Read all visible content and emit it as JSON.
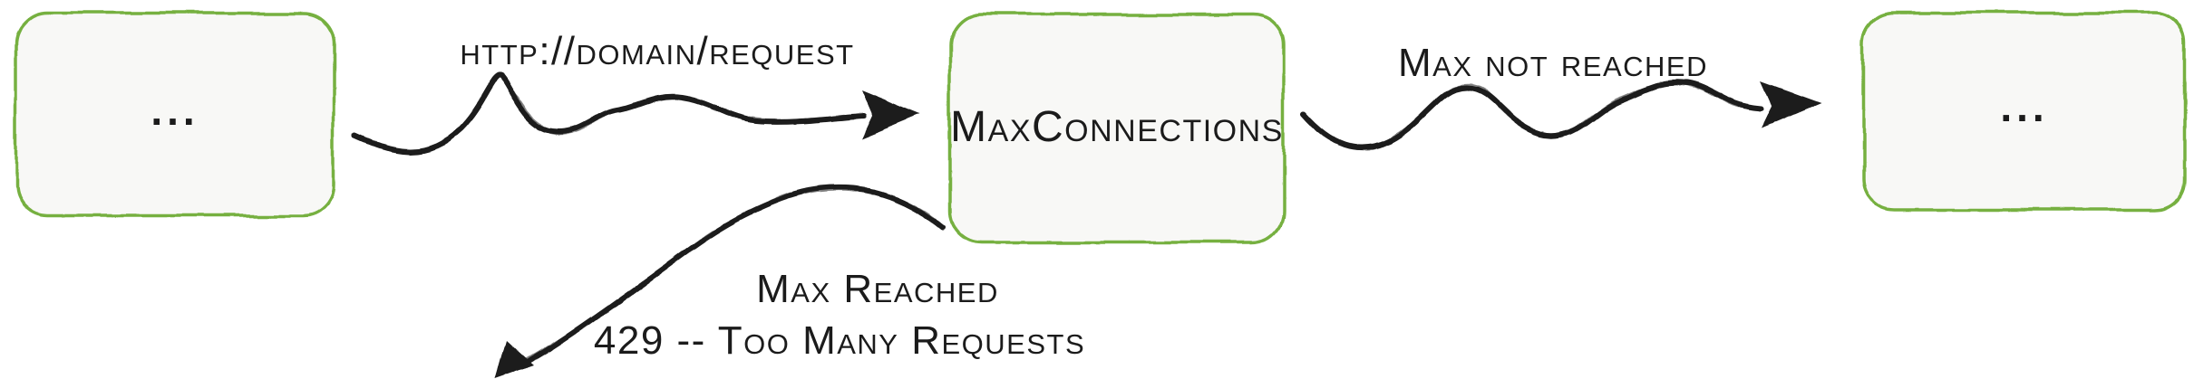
{
  "diagram": {
    "nodes": {
      "left": {
        "label": "..."
      },
      "center": {
        "label": "MaxConnections"
      },
      "right": {
        "label": "..."
      }
    },
    "edges": {
      "request": {
        "label": "http://domain/request"
      },
      "max_not_reached": {
        "label": "Max not reached"
      },
      "max_reached": {
        "label": "Max Reached",
        "sublabel": "429 -- Too Many Requests"
      }
    },
    "colors": {
      "node_stroke": "#76b041",
      "node_fill": "#f8f8f6",
      "stroke": "#1b1b1b",
      "background": "#ffffff"
    }
  }
}
